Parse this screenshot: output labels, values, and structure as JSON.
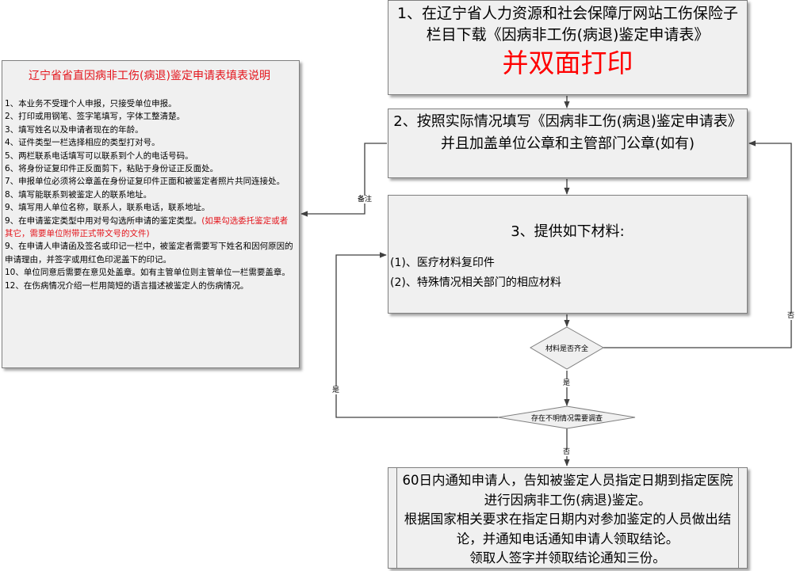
{
  "step1": {
    "text": "1、在辽宁省人力资源和社会保障厅网站工伤保险子栏目下载《因病非工伤(病退)鉴定申请表》",
    "emphasis": "并双面打印"
  },
  "step2": {
    "text": "2、按照实际情况填写《因病非工伤(病退)鉴定申请表》并且加盖单位公章和主管部门公章(如有)"
  },
  "step3": {
    "title": "3、提供如下材料:",
    "items": [
      "(1)、医疗材料复印件",
      "(2)、特殊情况相关部门的相应材料"
    ]
  },
  "notes": {
    "title": "辽宁省省直因病非工伤(病退)鉴定申请表填表说明",
    "lines": [
      "1、本业务不受理个人申报，只接受单位申报。",
      "2、打印或用钢笔、签字笔填写，字体工整清楚。",
      "3、填写姓名以及申请者现在的年龄。",
      "4、证件类型一栏选择相应的类型打对号。",
      "5、两栏联系电话填写可以联系到个人的电话号码。",
      "6、将身份证复印件正反面剪下，粘贴于身份证正反面处。",
      "7、申报单位必须将公章盖在身份证复印件正面和被鉴定者照片共同连接处。",
      "8、填写能联系到被鉴定人的联系地址。",
      "9、填写用人单位名称，联系人，联系电话，联系地址。"
    ],
    "line10_prefix": "9、在申请鉴定类型中用对号勾选所申请的鉴定类型。",
    "line10_red": "(如果勾选委托鉴定或者其它，需要单位附带正式带文号的文件)",
    "lines_after": [
      "9、在申请人申请函及签名或印记一栏中，被鉴定者需要写下姓名和因何原因的申请理由，并签字或用红色印泥盖下的印记。",
      "10、单位同意后需要在意见处盖章。如有主管单位则主管单位一栏需要盖章。",
      "12、在伤病情况介绍一栏用简短的语言描述被鉴定人的伤病情况。"
    ]
  },
  "decision1": {
    "text": "材料是否齐全"
  },
  "decision2": {
    "text": "存在不明情况需要调查"
  },
  "labels": {
    "remark": "备注",
    "no1": "否",
    "yes1": "是",
    "yes2": "是",
    "no2": "否"
  },
  "final": {
    "lines": [
      "60日内通知申请人，告知被鉴定人员指定日期到指定医院进行因病非工伤(病退)鉴定。",
      "根据国家相关要求在指定日期内对参加鉴定的人员做出结论，并通知电话通知申请人领取结论。",
      "领取人签字并领取结论通知三份。"
    ]
  }
}
